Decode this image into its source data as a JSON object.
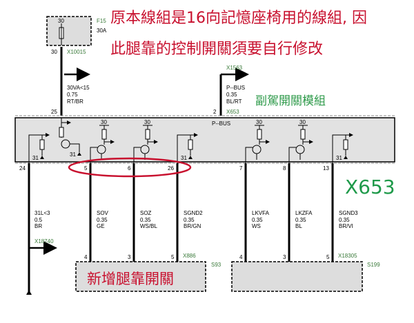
{
  "annotation": {
    "line1": "原本線組是16向記憶座椅用的線組, 因",
    "line2": "此腿靠的控制開關須要自行修改",
    "module_title": "副駕開關模組",
    "connector_big": "X653",
    "circle_note": "新增腿靠開關"
  },
  "fuse": {
    "pin_top": "30",
    "name": "F15",
    "rating": "30A",
    "pin_bottom": "30",
    "connector": "X10015"
  },
  "supply_wire": {
    "signal": "30VA<15",
    "size": "0.75",
    "color": "RT/BR",
    "pin": "25"
  },
  "bus_wire": {
    "connector_top": "X1563",
    "signal": "P--BUS",
    "size": "0.35",
    "color": "BL/RT",
    "pin": "2",
    "connector": "X653",
    "inner_label": "P--BUS"
  },
  "module_internal": {
    "v30": "30",
    "gnd31": "31"
  },
  "wires": [
    {
      "pin": "24",
      "signal": "31L<3",
      "size": "0.5",
      "color": "BR",
      "connector": "X18740"
    },
    {
      "pin": "5",
      "signal": "SOV",
      "size": "0.35",
      "color": "GE",
      "end_pin": "4"
    },
    {
      "pin": "6",
      "signal": "SOZ",
      "size": "0.35",
      "color": "WS/BL",
      "end_pin": "3"
    },
    {
      "pin": "26",
      "signal": "SGND2",
      "size": "0.35",
      "color": "BR/GN",
      "end_pin": "5"
    },
    {
      "pin": "7",
      "signal": "LKVFA",
      "size": "0.35",
      "color": "WS",
      "end_pin": "4"
    },
    {
      "pin": "8",
      "signal": "LKZFA",
      "size": "0.35",
      "color": "BL",
      "end_pin": "3"
    },
    {
      "pin": "13",
      "signal": "SGND3",
      "size": "0.35",
      "color": "BR/VI",
      "end_pin": "5"
    }
  ],
  "switches": [
    {
      "connector": "X886",
      "component": "S93"
    },
    {
      "connector": "X18305",
      "component": "S199"
    }
  ]
}
